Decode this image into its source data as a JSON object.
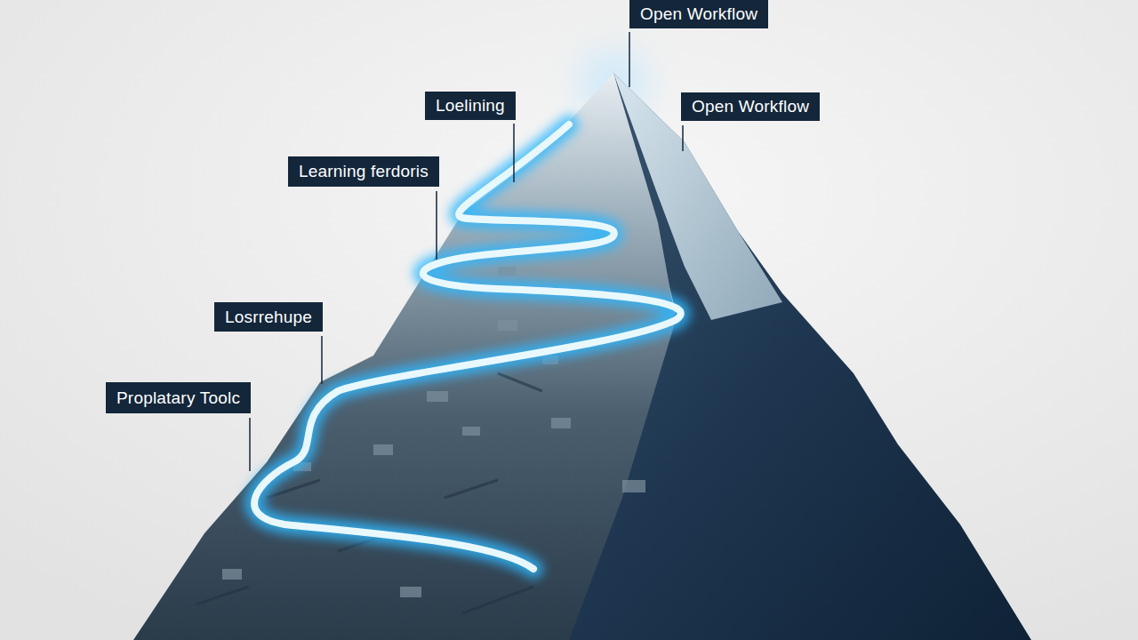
{
  "diagram": {
    "nodes": [
      {
        "text": [
          "Open Workflow"
        ]
      },
      {
        "text": [
          "Loelining"
        ]
      },
      {
        "text": [
          "Open Workflow"
        ]
      },
      {
        "text": [
          "Learning ferdoris"
        ]
      },
      {
        "text": [
          "Losrrehupe"
        ]
      },
      {
        "text": [
          "Proplatary Toolc"
        ]
      }
    ]
  }
}
